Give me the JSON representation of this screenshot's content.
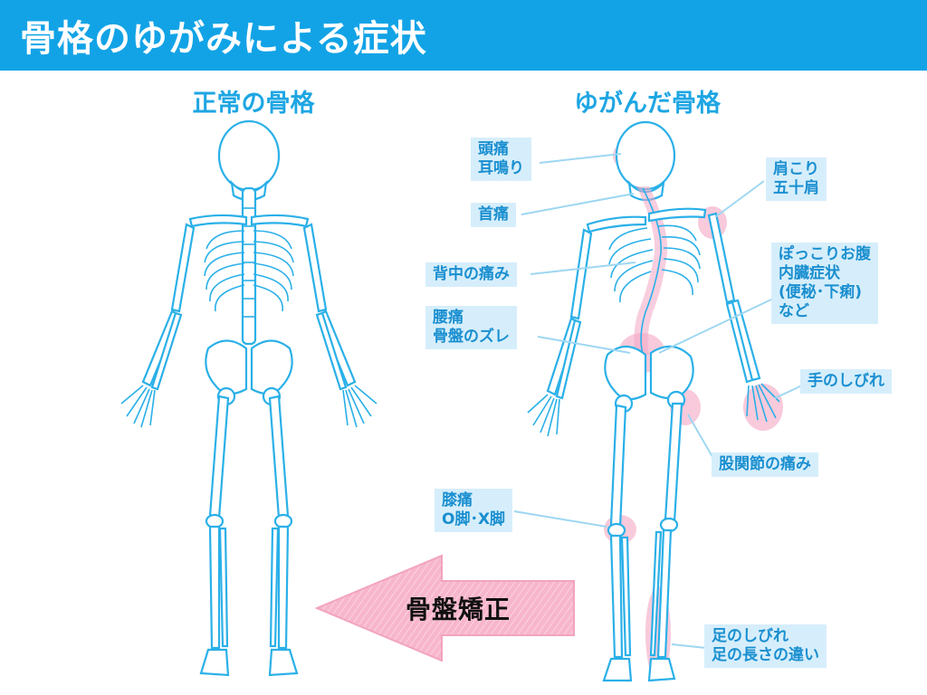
{
  "header": {
    "title": "骨格のゆがみによる症状"
  },
  "columns": {
    "normal_title": "正常の骨格",
    "distorted_title": "ゆがんだ骨格"
  },
  "labels": {
    "head": "頭痛\n耳鳴り",
    "neck": "首痛",
    "back": "背中の痛み",
    "lower_back": "腰痛\n骨盤のズレ",
    "shoulder": "肩こり\n五十肩",
    "belly": "ぽっこりお腹\n内臓症状\n(便秘･下痢)\nなど",
    "hand": "手のしびれ",
    "hip": "股関節の痛み",
    "knee": "膝痛\nO脚･X脚",
    "foot": "足のしびれ\n足の長さの違い"
  },
  "arrow": {
    "label": "骨盤矯正"
  },
  "colors": {
    "header_bg": "#12a3e6",
    "title_text": "#1ea6e3",
    "bone_stroke": "#2ab0e8",
    "label_bg": "#d6eefb",
    "label_text": "#1a8fd0",
    "highlight": "#f6b8cf",
    "arrow_fill": "#f7b6cc"
  }
}
